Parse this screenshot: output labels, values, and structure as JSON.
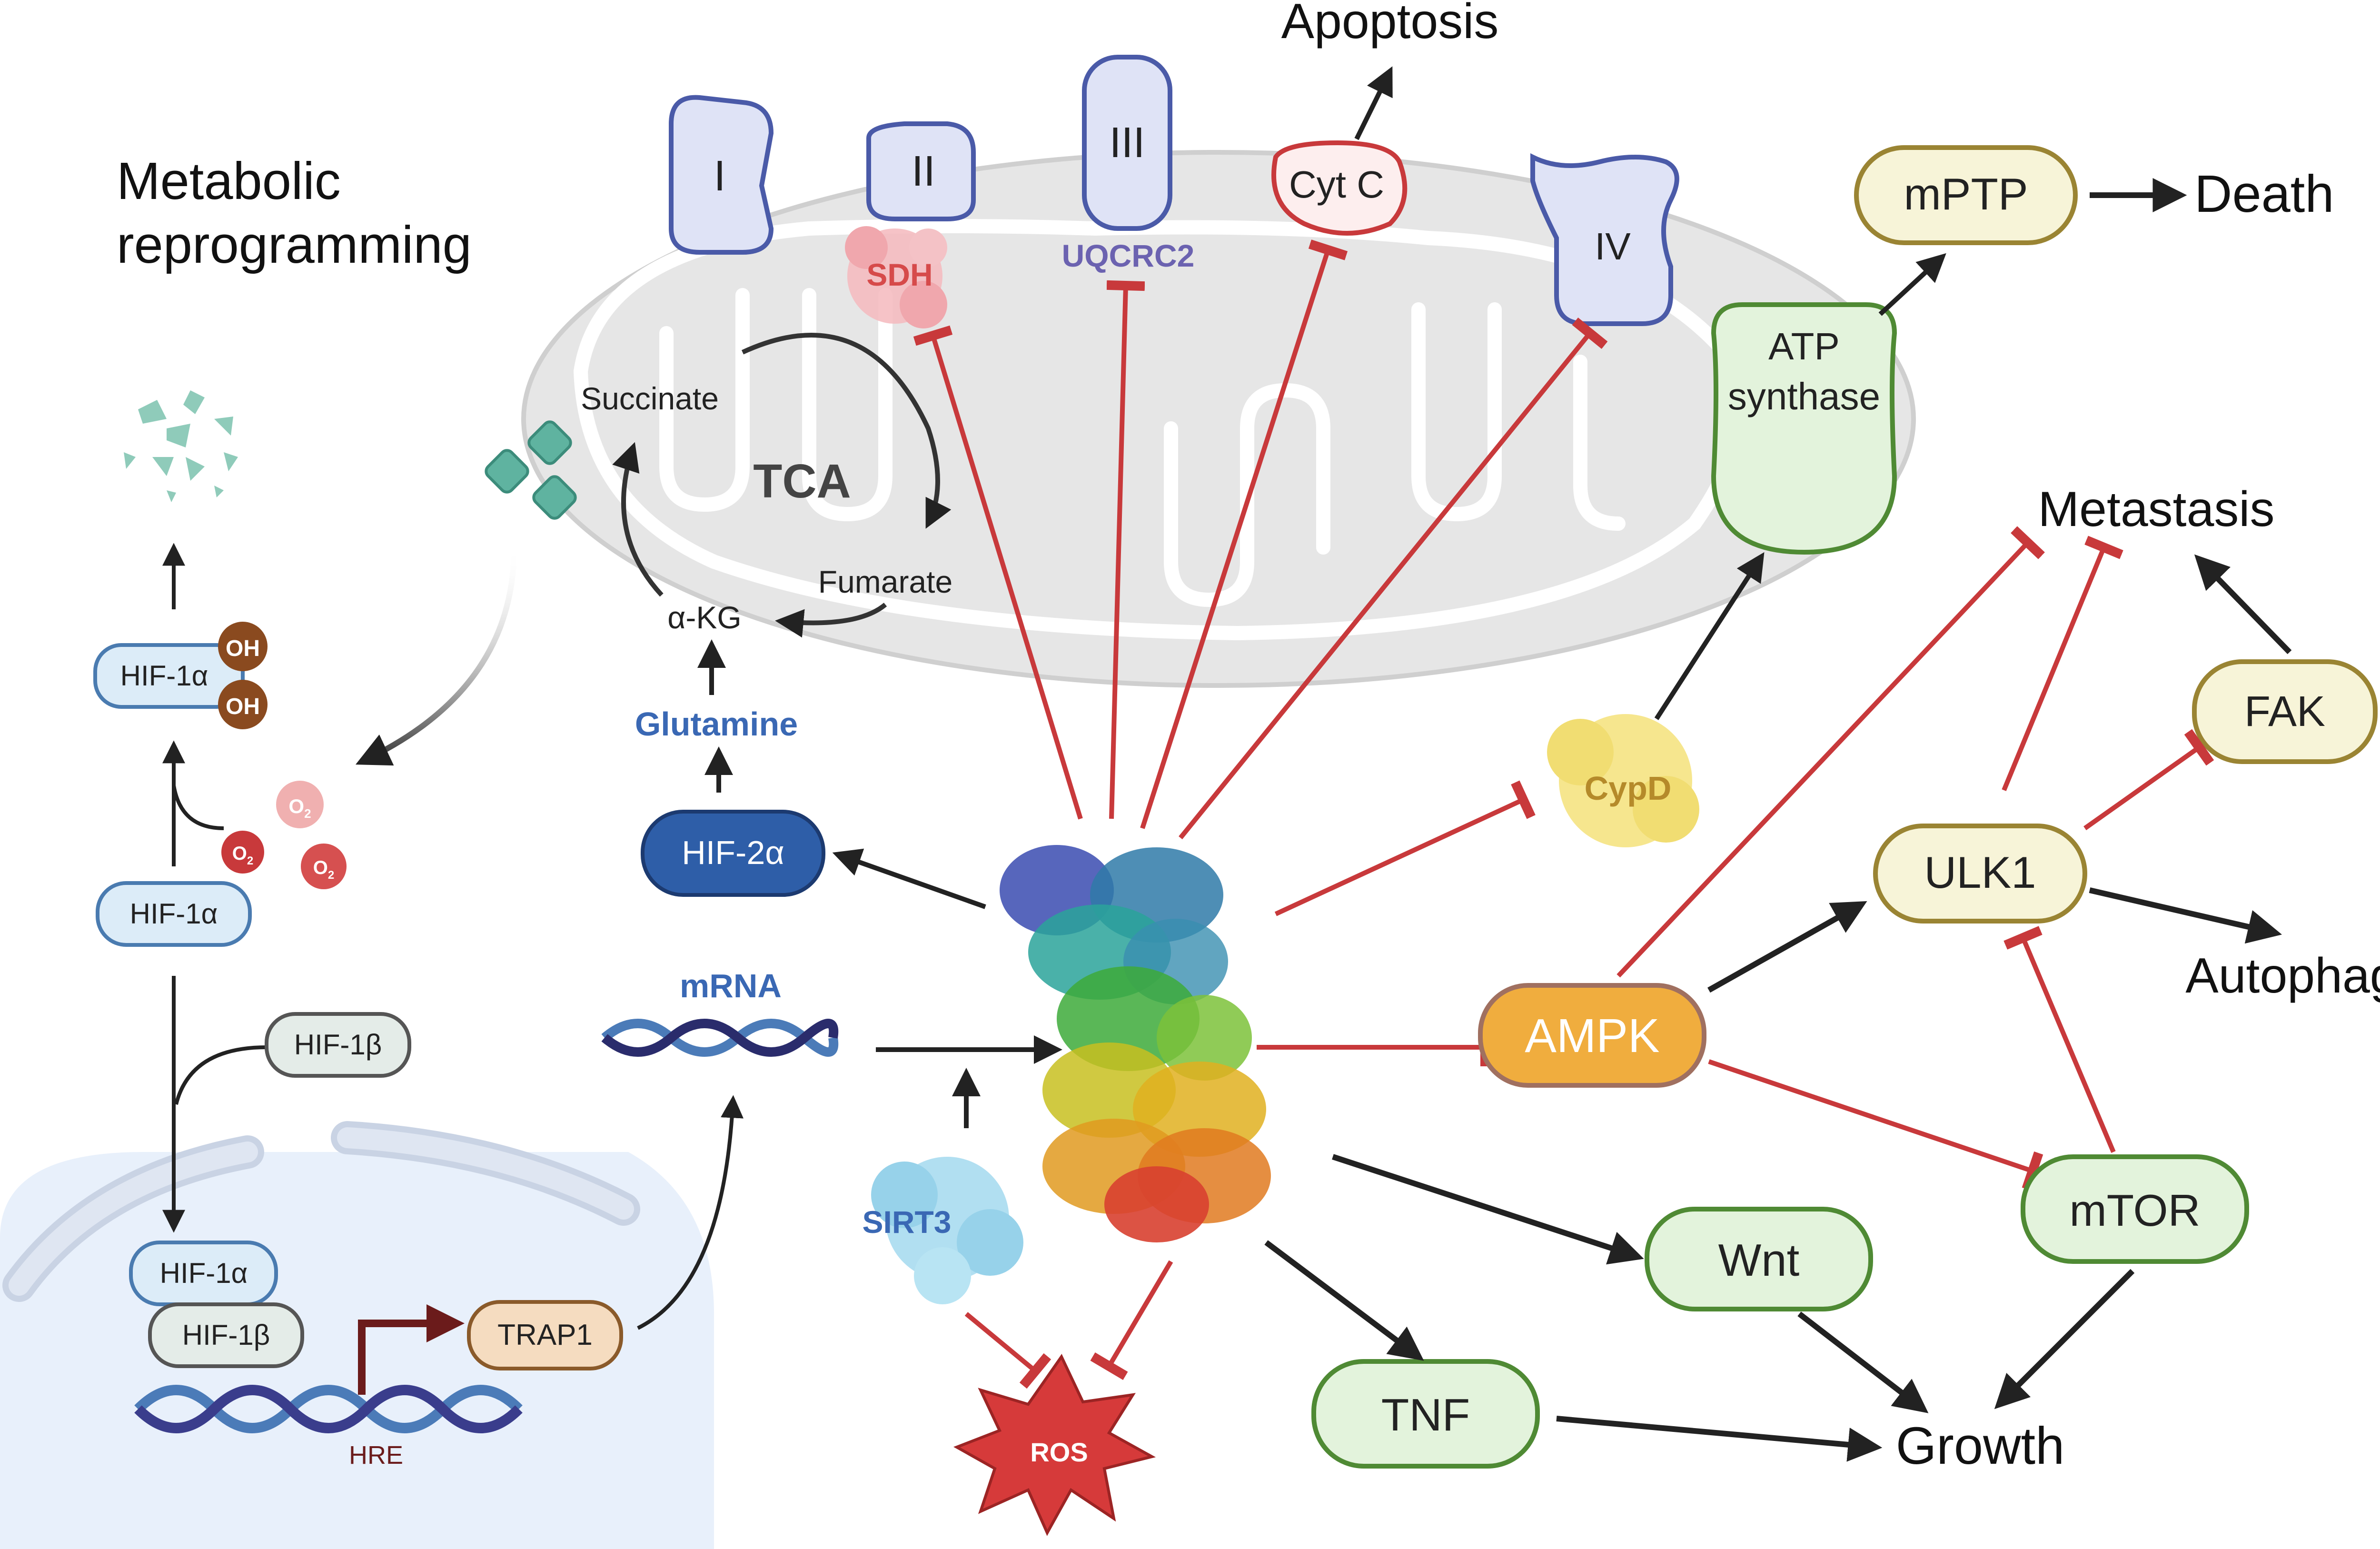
{
  "title_left": [
    "Metabolic",
    "reprogramming"
  ],
  "complexes": {
    "c1": "I",
    "c2": "II",
    "c3": "III",
    "c4": "IV",
    "cytc": "Cyt C"
  },
  "proteins": {
    "sdh": "SDH",
    "uqcrc2": "UQCRC2",
    "cypd": "CypD",
    "sirt3": "SIRT3",
    "ros": "ROS"
  },
  "tca": {
    "label": "TCA",
    "succinate": "Succinate",
    "fumarate": "Fumarate",
    "akg": "α-KG",
    "glutamine": "Glutamine"
  },
  "atp_synthase": [
    "ATP",
    "synthase"
  ],
  "outcomes": {
    "apoptosis": "Apoptosis",
    "death": "Death",
    "metastasis": "Metastasis",
    "autophagy": "Autophagy",
    "growth": "Growth"
  },
  "nodes": {
    "mptp": "mPTP",
    "fak": "FAK",
    "ulk1": "ULK1",
    "ampk": "AMPK",
    "mtor": "mTOR",
    "wnt": "Wnt",
    "tnf": "TNF",
    "hif2a": "HIF-2α",
    "mrna": "mRNA"
  },
  "hif": {
    "hif1a": "HIF-1α",
    "hif1b": "HIF-1β",
    "oh": "OH",
    "o2": "O",
    "o2_sub": "2",
    "trap1": "TRAP1",
    "hre": "HRE"
  },
  "colors": {
    "inhibit": "#c8393b",
    "activate": "#222222",
    "green_fill": "#e3f3dc",
    "green_stroke": "#4f8a34",
    "yellow_fill": "#f7f4d8",
    "yellow_stroke": "#9a8433",
    "complex_fill": "#dfe3f6",
    "complex_stroke": "#4a5aa8",
    "ampk_fill": "#f0ad3e",
    "hif2a_fill": "#2e5ea8",
    "blue_text": "#3a68b4",
    "sdh_text": "#d64a4a"
  }
}
